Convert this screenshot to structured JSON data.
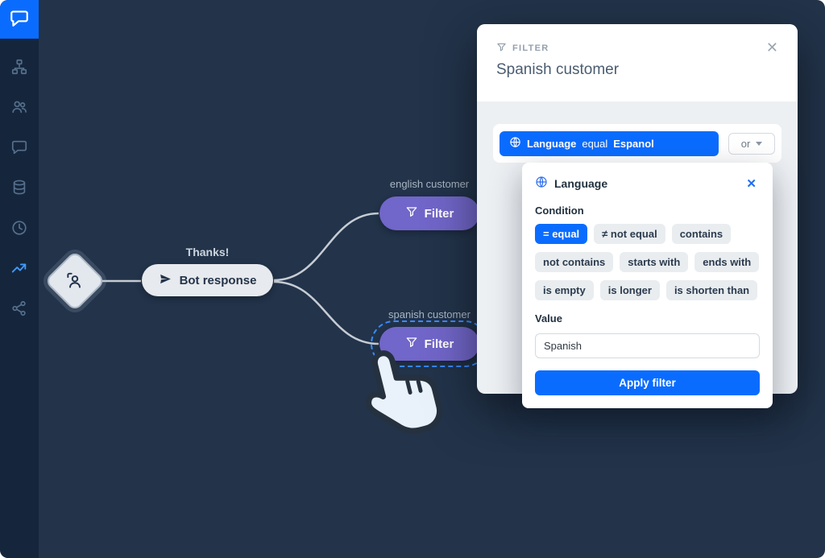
{
  "colors": {
    "accent_blue": "#0a6cff",
    "node_purple": "#7166c9",
    "canvas_bg": "#22334a",
    "sidebar_bg": "#15263c"
  },
  "sidebar": {
    "logo_name": "chatbot-logo",
    "icons": [
      "team-structure",
      "audience",
      "chats",
      "data",
      "history",
      "reports",
      "integrations"
    ],
    "active_index": 5
  },
  "canvas": {
    "thanks_label": "Thanks!",
    "bot_node_label": "Bot response",
    "branches": [
      {
        "label": "english customer",
        "node_label": "Filter",
        "selected": false
      },
      {
        "label": "spanish customer",
        "node_label": "Filter",
        "selected": true
      }
    ]
  },
  "modal": {
    "kicker": "FILTER",
    "title": "Spanish customer",
    "close_symbol": "✕",
    "rule": {
      "field": "Language",
      "operator": "equal",
      "value": "Espanol"
    },
    "or_label": "or"
  },
  "popover": {
    "field": "Language",
    "close_symbol": "✕",
    "condition_label": "Condition",
    "conditions": [
      "= equal",
      "≠ not equal",
      "contains",
      "not contains",
      "starts with",
      "ends with",
      "is empty",
      "is longer",
      "is shorten than"
    ],
    "active_condition_index": 0,
    "value_label": "Value",
    "value": "Spanish",
    "apply_label": "Apply filter"
  }
}
